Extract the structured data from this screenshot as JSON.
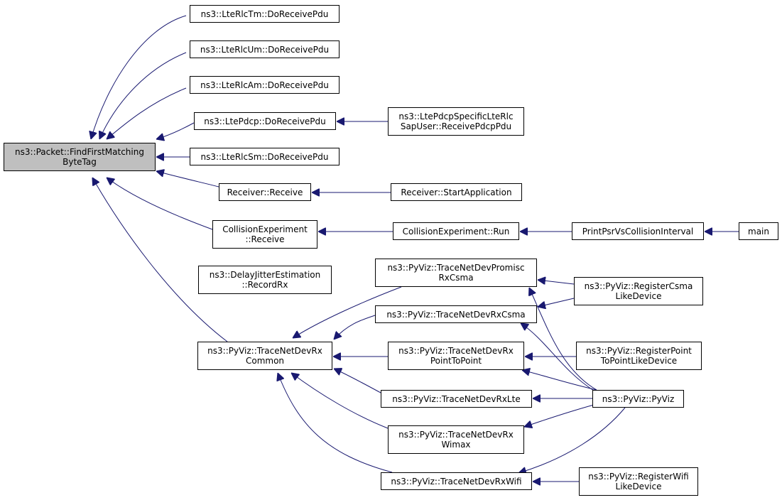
{
  "colors": {
    "edge": "#191970",
    "root_fill": "#bfbfbf",
    "node_fill": "#ffffff",
    "node_border": "#000000"
  },
  "nodes": {
    "root": {
      "lines": [
        "ns3::Packet::FindFirstMatching",
        "ByteTag"
      ]
    },
    "rlctm": {
      "lines": [
        "ns3::LteRlcTm::DoReceivePdu"
      ]
    },
    "rlcum": {
      "lines": [
        "ns3::LteRlcUm::DoReceivePdu"
      ]
    },
    "rlcam": {
      "lines": [
        "ns3::LteRlcAm::DoReceivePdu"
      ]
    },
    "ltepdcp": {
      "lines": [
        "ns3::LtePdcp::DoReceivePdu"
      ]
    },
    "pdcpsap": {
      "lines": [
        "ns3::LtePdcpSpecificLteRlc",
        "SapUser::ReceivePdcpPdu"
      ]
    },
    "rlcsm": {
      "lines": [
        "ns3::LteRlcSm::DoReceivePdu"
      ]
    },
    "rxreceive": {
      "lines": [
        "Receiver::Receive"
      ]
    },
    "rxstart": {
      "lines": [
        "Receiver::StartApplication"
      ]
    },
    "collreceive": {
      "lines": [
        "CollisionExperiment",
        "::Receive"
      ]
    },
    "collrun": {
      "lines": [
        "CollisionExperiment::Run"
      ]
    },
    "printpsr": {
      "lines": [
        "PrintPsrVsCollisionInterval"
      ]
    },
    "main": {
      "lines": [
        "main"
      ]
    },
    "delayjitter": {
      "lines": [
        "ns3::DelayJitterEstimation",
        "::RecordRx"
      ]
    },
    "tracecommon": {
      "lines": [
        "ns3::PyViz::TraceNetDevRx",
        "Common"
      ]
    },
    "tracepromisc": {
      "lines": [
        "ns3::PyViz::TraceNetDevPromisc",
        "RxCsma"
      ]
    },
    "tracecsma": {
      "lines": [
        "ns3::PyViz::TraceNetDevRxCsma"
      ]
    },
    "traceptp": {
      "lines": [
        "ns3::PyViz::TraceNetDevRx",
        "PointToPoint"
      ]
    },
    "tracelte": {
      "lines": [
        "ns3::PyViz::TraceNetDevRxLte"
      ]
    },
    "tracewimax": {
      "lines": [
        "ns3::PyViz::TraceNetDevRx",
        "Wimax"
      ]
    },
    "tracewifi": {
      "lines": [
        "ns3::PyViz::TraceNetDevRxWifi"
      ]
    },
    "registercsma": {
      "lines": [
        "ns3::PyViz::RegisterCsma",
        "LikeDevice"
      ]
    },
    "registerptp": {
      "lines": [
        "ns3::PyViz::RegisterPoint",
        "ToPointLikeDevice"
      ]
    },
    "pyviz": {
      "lines": [
        "ns3::PyViz::PyViz"
      ]
    },
    "registerwifi": {
      "lines": [
        "ns3::PyViz::RegisterWifi",
        "LikeDevice"
      ]
    }
  }
}
